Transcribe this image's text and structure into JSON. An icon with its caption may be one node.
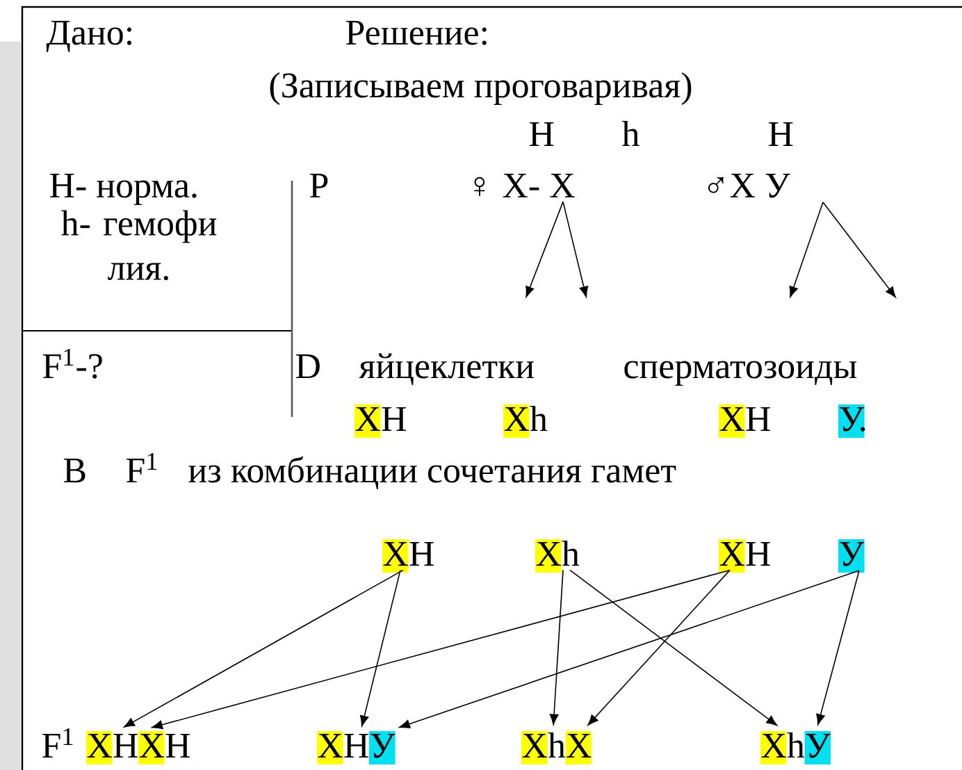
{
  "diagram": {
    "nodes": [
      {
        "text": [
          "♀ Х- Х"
        ]
      },
      {
        "text": [
          "♂Х У"
        ]
      },
      {
        "text": [
          "ХH"
        ]
      },
      {
        "text": [
          "Хh"
        ]
      },
      {
        "text": [
          "ХH"
        ]
      },
      {
        "text": [
          "У."
        ]
      },
      {
        "text": [
          "ХH"
        ]
      },
      {
        "text": [
          "Хh"
        ]
      },
      {
        "text": [
          "ХH"
        ]
      },
      {
        "text": [
          "У"
        ]
      },
      {
        "text": [
          "ХHХH"
        ],
        "beside": [
          "F$^{1}$"
        ]
      },
      {
        "text": [
          "ХHУ"
        ]
      },
      {
        "text": [
          "ХhХ"
        ]
      },
      {
        "text": [
          "ХhУ"
        ]
      }
    ],
    "edges": [
      {
        "from": 0,
        "to": null,
        "arrow": "to"
      },
      {
        "from": 0,
        "to": null,
        "arrow": "to"
      },
      {
        "from": 1,
        "to": null,
        "arrow": "to"
      },
      {
        "from": 1,
        "to": null,
        "arrow": "to"
      },
      {
        "from": 6,
        "to": 10,
        "arrow": "to"
      },
      {
        "from": 6,
        "to": 11,
        "arrow": "to"
      },
      {
        "from": 7,
        "to": 12,
        "arrow": "to"
      },
      {
        "from": 7,
        "to": 13,
        "arrow": "to"
      },
      {
        "from": 8,
        "to": 10,
        "arrow": "to"
      },
      {
        "from": 8,
        "to": 12,
        "arrow": "to"
      },
      {
        "from": 9,
        "to": 11,
        "arrow": "to"
      },
      {
        "from": 9,
        "to": 13,
        "arrow": "to"
      }
    ],
    "labels": [
      "Дано:",
      "Решение:",
      "(Записываем проговаривая)",
      "H",
      "h",
      "H",
      "H- норма.",
      "P",
      "h- гемофи лия.",
      "F$^{1}$-?",
      "D",
      "яйцеклетки",
      "сперматозоиды",
      "B",
      "F$^{1}$",
      "из комбинации сочетания гамет"
    ]
  }
}
